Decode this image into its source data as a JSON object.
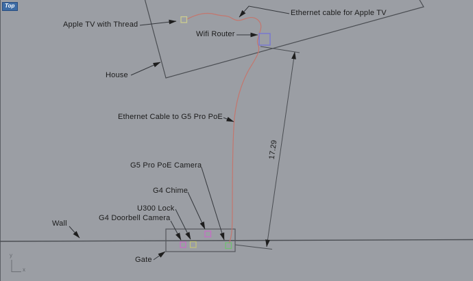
{
  "app": {
    "viewport_label": "Top",
    "axis": {
      "x": "x",
      "y": "y"
    }
  },
  "annotations": {
    "apple_tv": "Apple TV with Thread",
    "wifi_router": "Wifi Router",
    "ethernet_apple_tv": "Ethernet cable for Apple TV",
    "house": "House",
    "ethernet_g5": "Ethernet Cable to G5 Pro PoE",
    "dimension_value": "17.29",
    "g5_camera": "G5 Pro PoE Camera",
    "g4_chime": "G4 Chime",
    "u300_lock": "U300 Lock",
    "g4_doorbell": "G4 Doorbell Camera",
    "wall": "Wall",
    "gate": "Gate"
  },
  "colors": {
    "viewport_background": "#9b9ea4",
    "drawing_line": "#4a4d52",
    "ethernet_cable": "#c4766d",
    "apple_tv_marker": "#cfcf8e",
    "wifi_router_marker": "#7473d6",
    "g4_doorbell_marker": "#c76bc7",
    "u300_lock_marker": "#c3c379",
    "g4_chime_marker": "#c76bc7",
    "g5_camera_marker": "#6fbf6f",
    "viewport_label_bg": "#3d6ca5",
    "viewport_label_text": "#ffffff"
  }
}
